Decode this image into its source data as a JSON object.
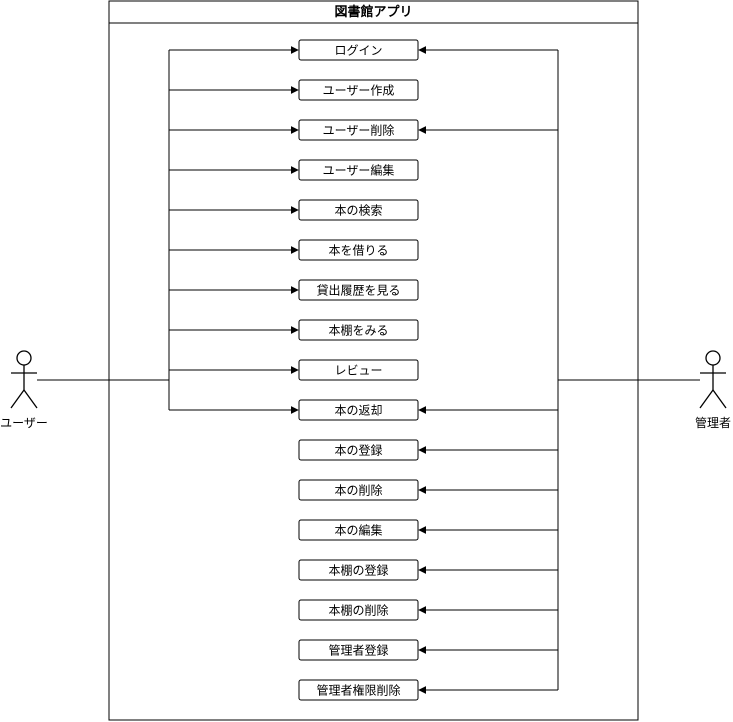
{
  "system": {
    "title": "図書館アプリ"
  },
  "actors": {
    "user": {
      "label": "ユーザー"
    },
    "admin": {
      "label": "管理者"
    }
  },
  "use_cases": [
    {
      "id": "uc1",
      "label": "ログイン",
      "user": true,
      "admin": true
    },
    {
      "id": "uc2",
      "label": "ユーザー作成",
      "user": true,
      "admin": false
    },
    {
      "id": "uc3",
      "label": "ユーザー削除",
      "user": true,
      "admin": true
    },
    {
      "id": "uc4",
      "label": "ユーザー編集",
      "user": true,
      "admin": false
    },
    {
      "id": "uc5",
      "label": "本の検索",
      "user": true,
      "admin": false
    },
    {
      "id": "uc6",
      "label": "本を借りる",
      "user": true,
      "admin": false
    },
    {
      "id": "uc7",
      "label": "貸出履歴を見る",
      "user": true,
      "admin": false
    },
    {
      "id": "uc8",
      "label": "本棚をみる",
      "user": true,
      "admin": false
    },
    {
      "id": "uc9",
      "label": "レビュー",
      "user": true,
      "admin": false
    },
    {
      "id": "uc10",
      "label": "本の返却",
      "user": true,
      "admin": true
    },
    {
      "id": "uc11",
      "label": "本の登録",
      "user": false,
      "admin": true
    },
    {
      "id": "uc12",
      "label": "本の削除",
      "user": false,
      "admin": true
    },
    {
      "id": "uc13",
      "label": "本の編集",
      "user": false,
      "admin": true
    },
    {
      "id": "uc14",
      "label": "本棚の登録",
      "user": false,
      "admin": true
    },
    {
      "id": "uc15",
      "label": "本棚の削除",
      "user": false,
      "admin": true
    },
    {
      "id": "uc16",
      "label": "管理者登録",
      "user": false,
      "admin": true
    },
    {
      "id": "uc17",
      "label": "管理者権限削除",
      "user": false,
      "admin": true
    }
  ]
}
